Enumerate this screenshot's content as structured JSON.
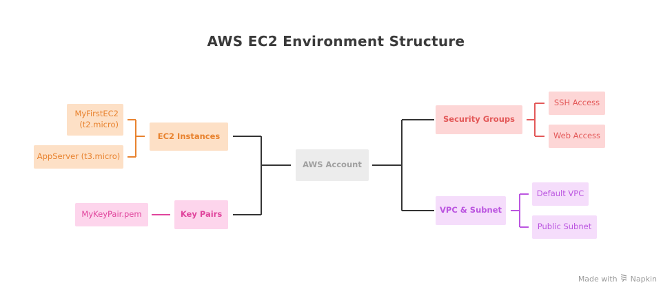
{
  "title": "AWS EC2 Environment Structure",
  "colors": {
    "orange_bg": "#fde0c6",
    "orange_fg": "#e8822e",
    "pink_bg": "#fdd5ec",
    "pink_fg": "#e0449c",
    "red_bg": "#fdd6d6",
    "red_fg": "#e35858",
    "purple_bg": "#f5ddfb",
    "purple_fg": "#bb55e0",
    "gray_bg": "#ececec",
    "gray_fg": "#a0a0a0",
    "connector": "#333333"
  },
  "root": {
    "label": "AWS Account"
  },
  "left_branches": [
    {
      "label": "EC2 Instances",
      "children": [
        "MyFirstEC2\n(t2.micro)",
        "AppServer (t3.micro)"
      ]
    },
    {
      "label": "Key Pairs",
      "children": [
        "MyKeyPair.pem"
      ]
    }
  ],
  "right_branches": [
    {
      "label": "Security Groups",
      "children": [
        "SSH Access",
        "Web Access"
      ]
    },
    {
      "label": "VPC & Subnet",
      "children": [
        "Default VPC",
        "Public Subnet"
      ]
    }
  ],
  "footer": {
    "text": "Made with",
    "brand": "Napkin",
    "icon": "napkin-logo-icon"
  }
}
